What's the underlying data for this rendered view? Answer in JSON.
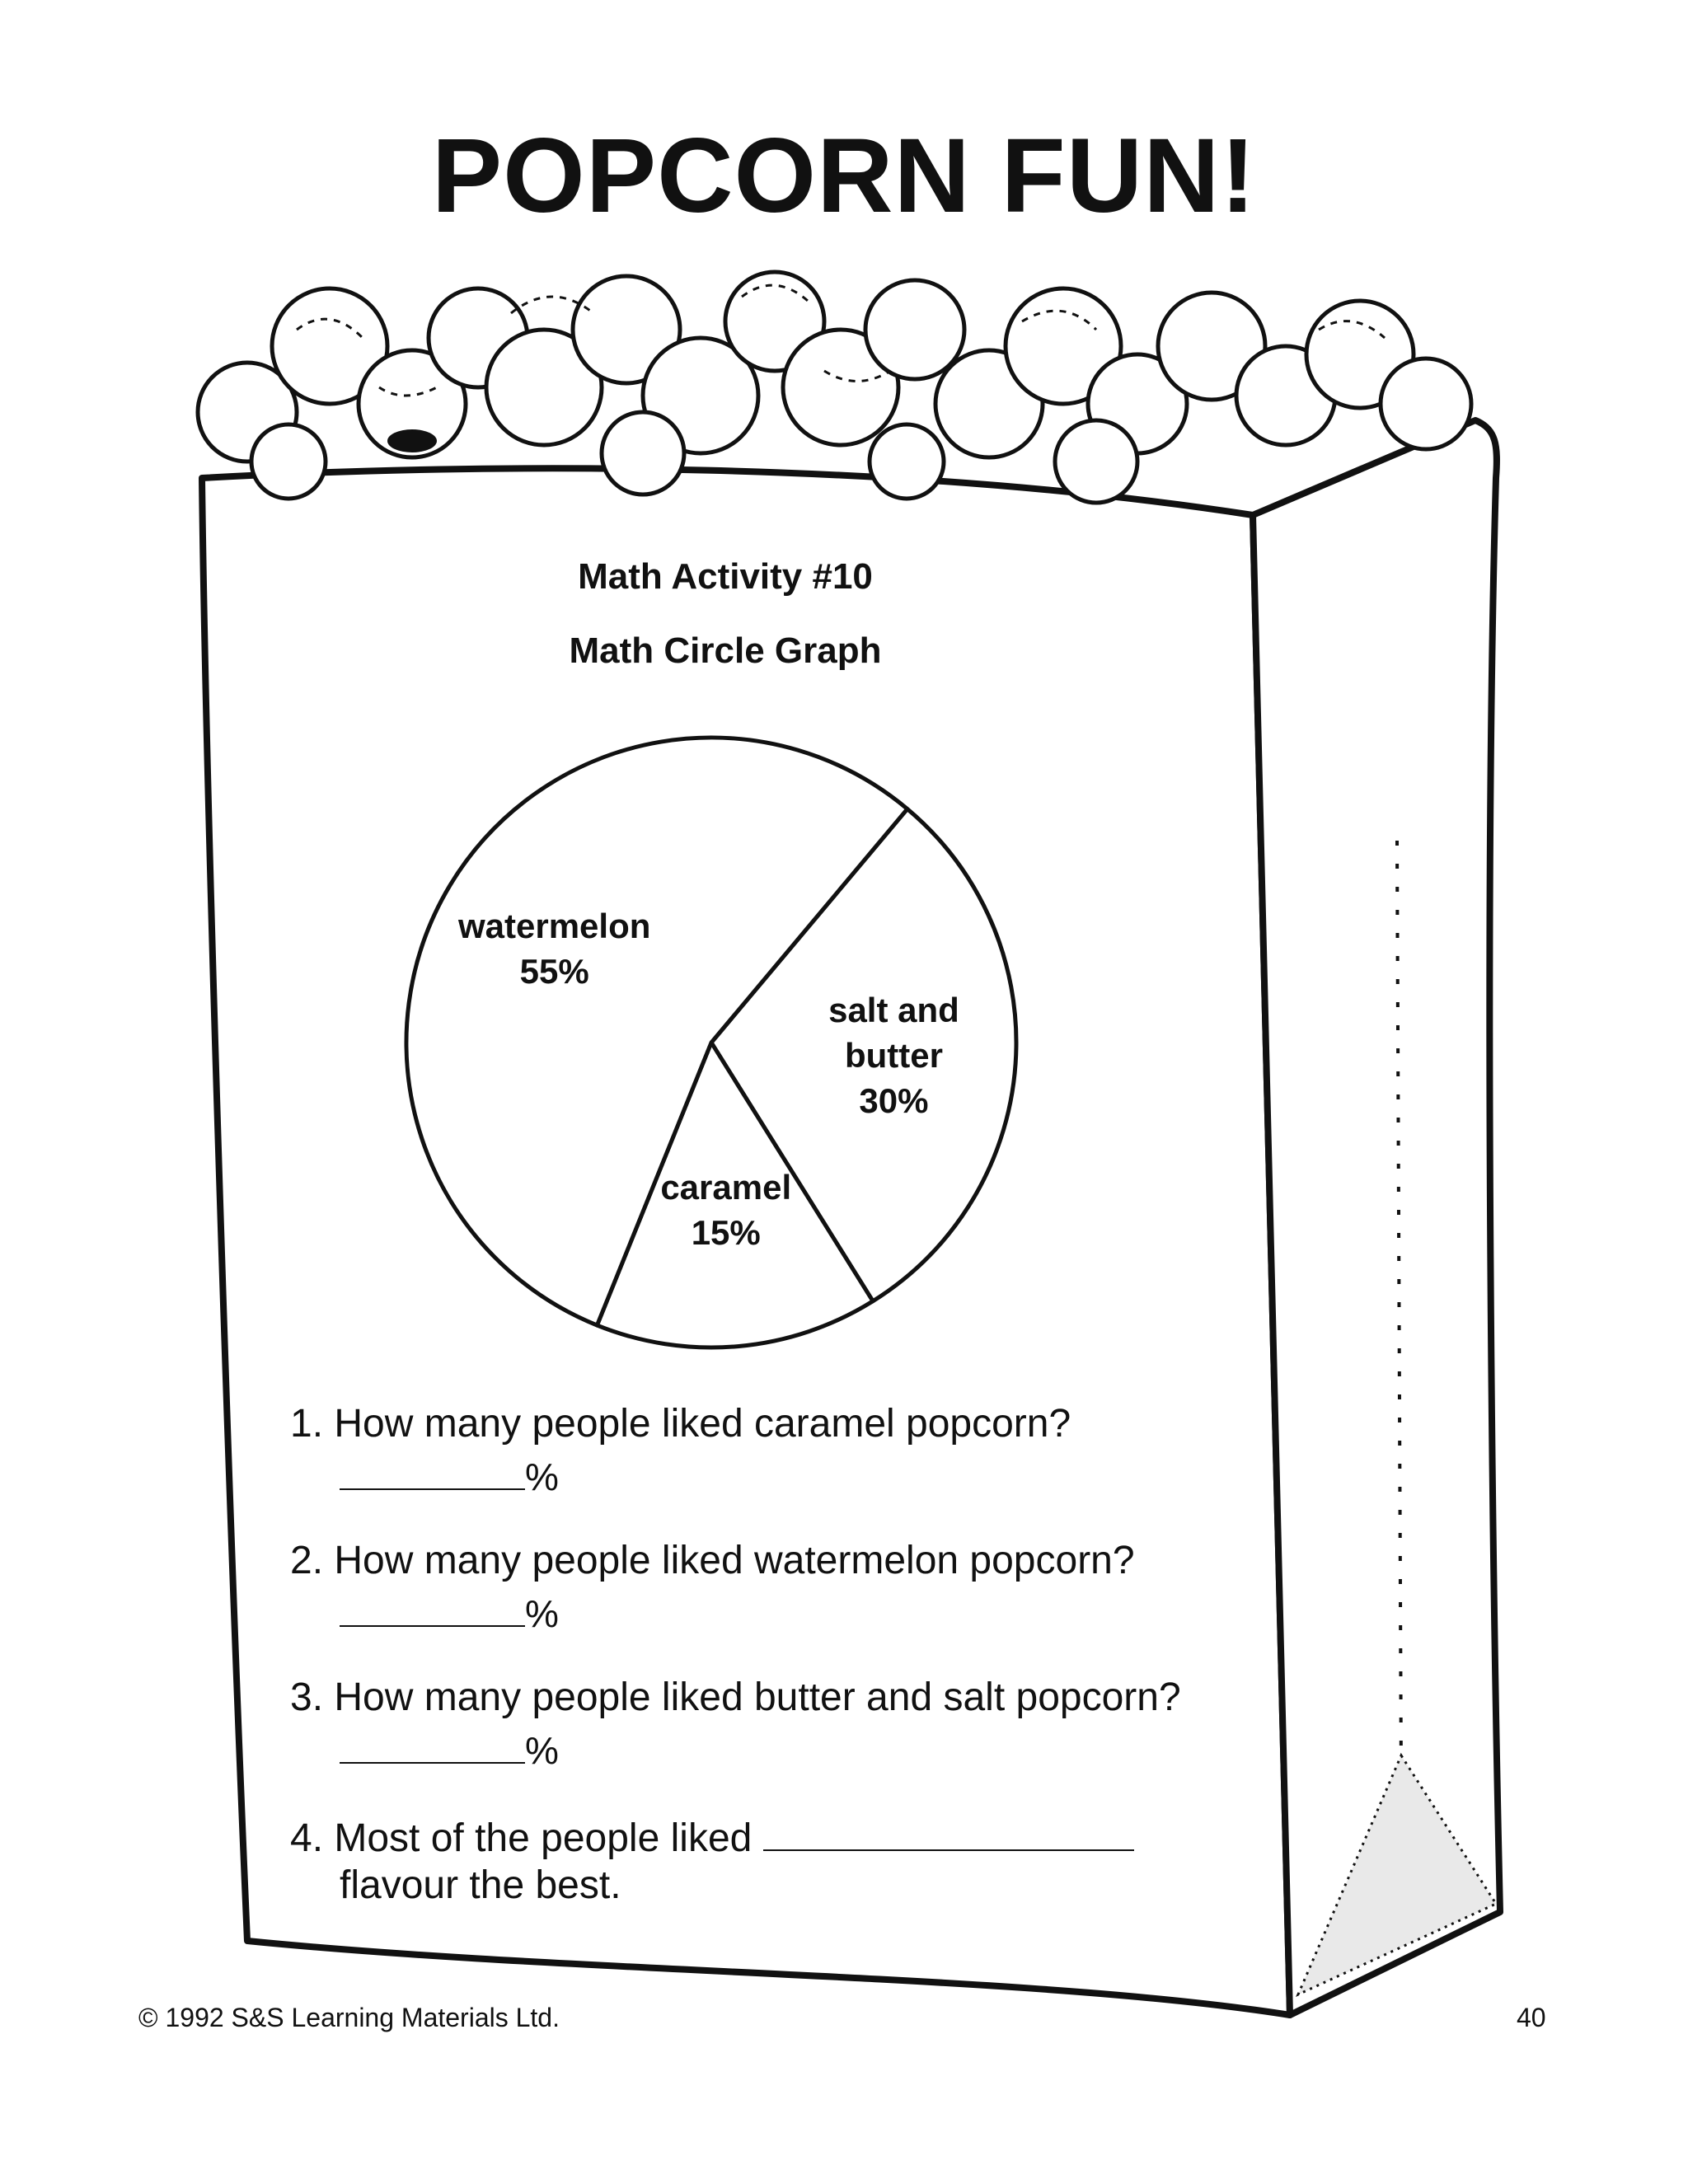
{
  "title": "POPCORN FUN!",
  "activity_label": "Math Activity #10",
  "graph_label": "Math Circle Graph",
  "chart_data": {
    "type": "pie",
    "title": "Math Circle Graph",
    "slices": [
      {
        "label": "salt and butter",
        "label_lines": [
          "salt and",
          "butter"
        ],
        "value": 30,
        "display": "30%"
      },
      {
        "label": "caramel",
        "label_lines": [
          "caramel"
        ],
        "value": 15,
        "display": "15%"
      },
      {
        "label": "watermelon",
        "label_lines": [
          "watermelon"
        ],
        "value": 55,
        "display": "55%"
      }
    ]
  },
  "questions": [
    {
      "text": "1. How many people liked caramel popcorn?",
      "answer_suffix": "%"
    },
    {
      "text": "2. How many people liked watermelon popcorn?",
      "answer_suffix": "%"
    },
    {
      "text": "3.  How many people liked butter and salt popcorn?",
      "answer_suffix": "%"
    },
    {
      "text": "4. Most of the people liked",
      "line2": "flavour the best."
    }
  ],
  "footer": {
    "copyright": "© 1992 S&S Learning Materials Ltd.",
    "page_number": "40"
  }
}
